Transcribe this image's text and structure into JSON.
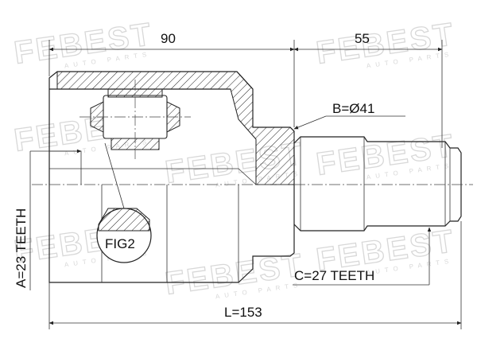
{
  "watermark": {
    "brand": "FEBEST",
    "tagline": "AUTO PARTS"
  },
  "dimensions": {
    "housing_length": "90",
    "shaft_length": "55",
    "shaft_diameter": "B=Ø41",
    "housing_teeth": "A=23 TEETH",
    "shaft_teeth": "C=27 TEETH",
    "total_length": "L=153"
  },
  "callouts": {
    "detail": "FIG2"
  },
  "colors": {
    "line": "#222222",
    "watermark": "#d8d8d8",
    "background": "#ffffff"
  }
}
